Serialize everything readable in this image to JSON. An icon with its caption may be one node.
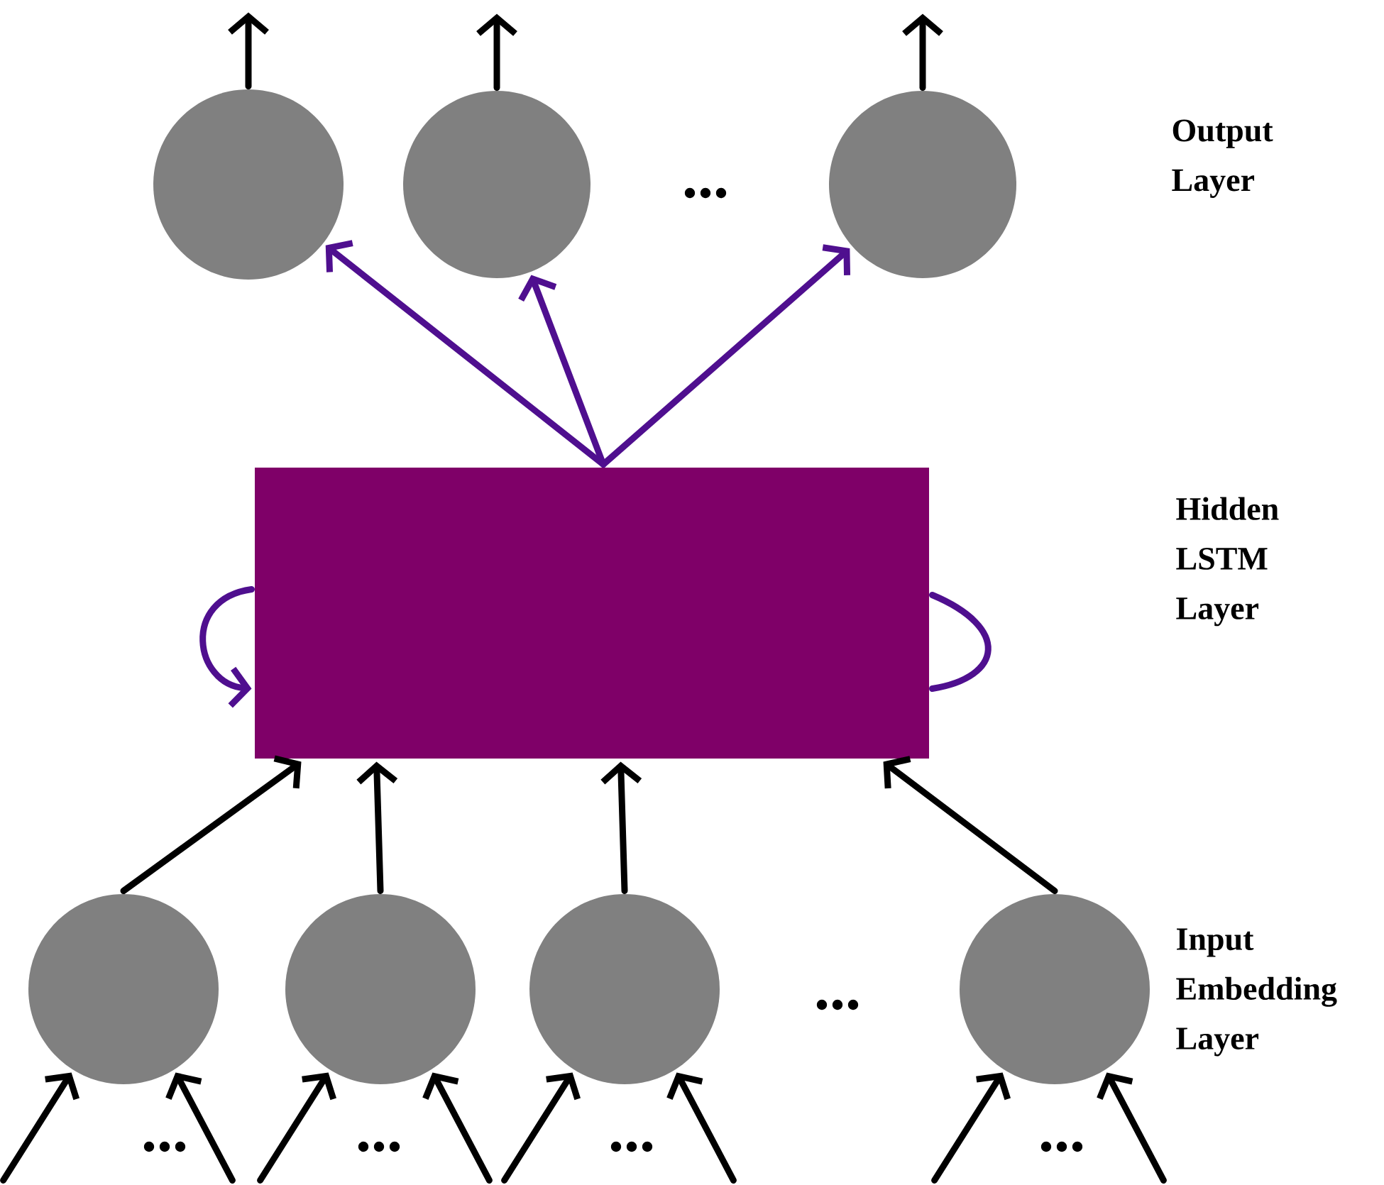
{
  "diagram": {
    "nodes": [
      {
        "text": [],
        "shape": "circle"
      },
      {
        "text": [],
        "shape": "circle"
      },
      {
        "text": [],
        "shape": "circle"
      },
      {
        "text": [],
        "shape": "box"
      },
      {
        "text": [],
        "shape": "circle"
      },
      {
        "text": [],
        "shape": "circle"
      },
      {
        "text": [],
        "shape": "circle"
      },
      {
        "text": [],
        "shape": "circle"
      }
    ],
    "edges": [
      {
        "from": 0,
        "to": null,
        "arrow": "to"
      },
      {
        "from": 1,
        "to": null,
        "arrow": "to"
      },
      {
        "from": 2,
        "to": null,
        "arrow": "to"
      },
      {
        "from": 3,
        "to": 0,
        "arrow": "to",
        "color": "#4f0f8f"
      },
      {
        "from": 3,
        "to": 1,
        "arrow": "to",
        "color": "#4f0f8f"
      },
      {
        "from": 3,
        "to": 2,
        "arrow": "to",
        "color": "#4f0f8f"
      },
      {
        "from": 3,
        "to": 3,
        "arrow": "to",
        "color": "#4f0f8f"
      },
      {
        "from": 3,
        "to": 3,
        "arrow": "none",
        "color": "#4f0f8f"
      },
      {
        "from": 4,
        "to": 3,
        "arrow": "to"
      },
      {
        "from": 5,
        "to": 3,
        "arrow": "to"
      },
      {
        "from": 6,
        "to": 3,
        "arrow": "to"
      },
      {
        "from": 7,
        "to": 3,
        "arrow": "to"
      },
      {
        "from": null,
        "to": 4,
        "arrow": "to"
      },
      {
        "from": null,
        "to": 4,
        "arrow": "to"
      },
      {
        "from": null,
        "to": 5,
        "arrow": "to"
      },
      {
        "from": null,
        "to": 5,
        "arrow": "to"
      },
      {
        "from": null,
        "to": 6,
        "arrow": "to"
      },
      {
        "from": null,
        "to": 6,
        "arrow": "to"
      },
      {
        "from": null,
        "to": 7,
        "arrow": "to"
      },
      {
        "from": null,
        "to": 7,
        "arrow": "to"
      }
    ],
    "labels": [
      "Output Layer",
      "...",
      "Hidden LSTM Layer",
      "Input Embedding Layer",
      "...",
      "...",
      "...",
      "...",
      "..."
    ]
  }
}
